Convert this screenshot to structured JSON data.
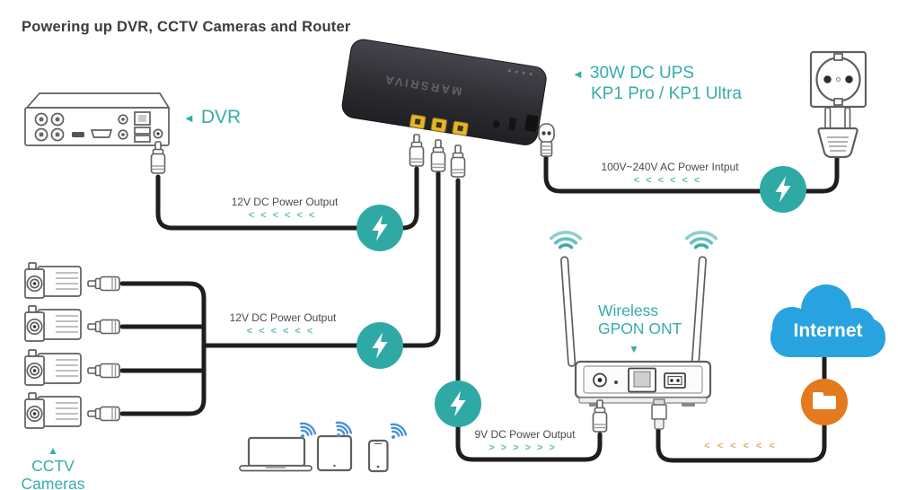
{
  "title": "Powering up DVR, CCTV Cameras and Router",
  "labels": {
    "dvr": "DVR",
    "ups_line1": "30W DC UPS",
    "ups_line2": "KP1 Pro / KP1 Ultra",
    "ups_brand": "MARSRIVA",
    "ac_input": "100V~240V AC Power Intput",
    "dc_output_dvr": "12V DC Power Output",
    "dc_output_cctv": "12V DC Power Output",
    "dc_output_router": "9V DC Power Output",
    "cctv": "CCTV Cameras",
    "router_line1": "Wireless",
    "router_line2": "GPON ONT",
    "internet": "Internet"
  },
  "pointers": {
    "left": "◄",
    "up": "▲",
    "down": "▼"
  },
  "chevrons": {
    "ac": "<<<<<<",
    "dvr_line": "<<<<<<",
    "cctv_line": "<<<<<<",
    "router_line": ">>>>>>",
    "internet_line": "<<<<<<"
  },
  "colors": {
    "teal": "#2fa9a6",
    "teal-text": "#35adaa",
    "teal-chevron": "#5cbfb9",
    "cloud-blue": "#29a3df",
    "orange": "#e4791e",
    "orange-chevron": "#dcab6b",
    "wifi-blue": "#4a90d8",
    "cable": "#1e1e1e",
    "label-gray": "#4a4a4a",
    "title-gray": "#3c3c3c",
    "port-yellow": "#e3b62c",
    "device-stroke": "#5f5f5f"
  }
}
